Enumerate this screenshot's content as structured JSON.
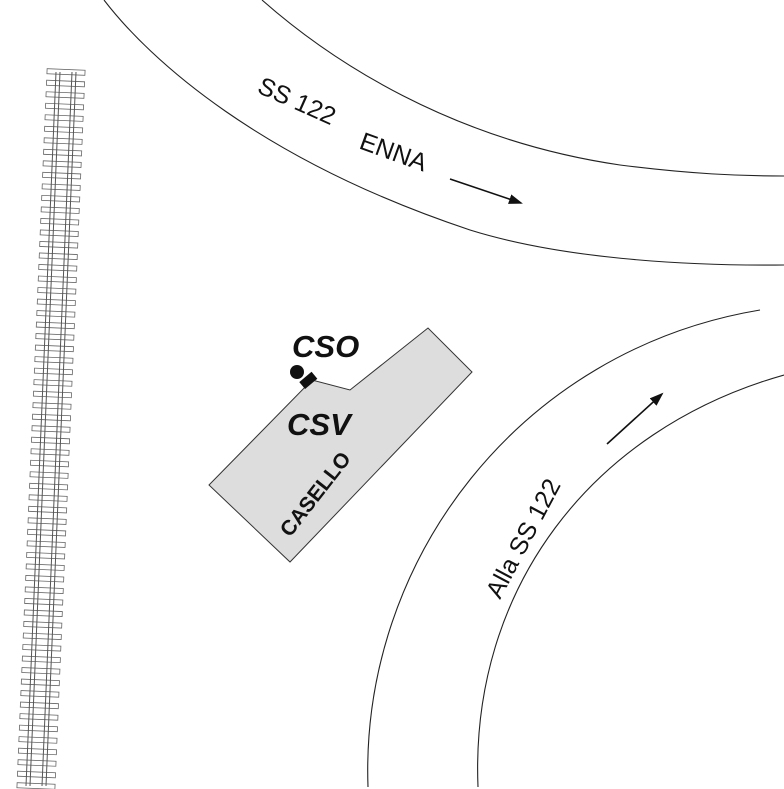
{
  "labels": {
    "road_name_top": "SS 122",
    "destination_top": "ENNA",
    "road_lower": "Alla SS 122",
    "code_cso": "CSO",
    "code_csv": "CSV",
    "building_name": "CASELLO"
  },
  "icons": {
    "marker": "filled-circle-icon",
    "device": "rectangle-device-icon",
    "arrow_top": "arrow-right-icon",
    "arrow_lower": "arrow-up-right-icon"
  },
  "colors": {
    "building_fill": "#dddddd",
    "line": "#222222",
    "rail": "#666666",
    "background": "#ffffff"
  }
}
